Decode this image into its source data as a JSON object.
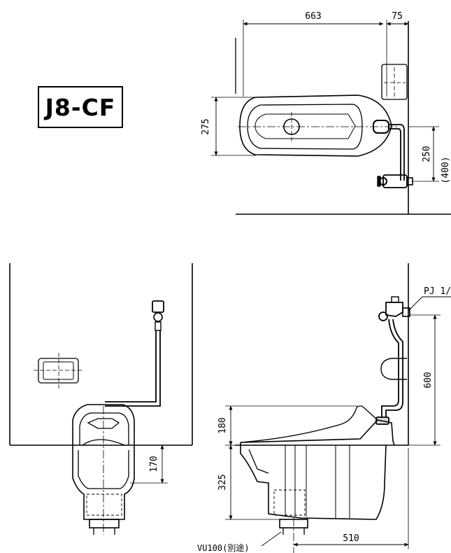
{
  "model": "J8-CF",
  "dimensions": {
    "top_width": "663",
    "top_offset": "75",
    "top_depth": "275",
    "top_supply": "250",
    "top_wall": "(400)",
    "valve_pipe": "PJ 1/",
    "valve_height": "600",
    "bowl_height": "180",
    "side_height": "170",
    "base_height": "325",
    "base_length": "510",
    "drain": "VU100(別途)"
  }
}
